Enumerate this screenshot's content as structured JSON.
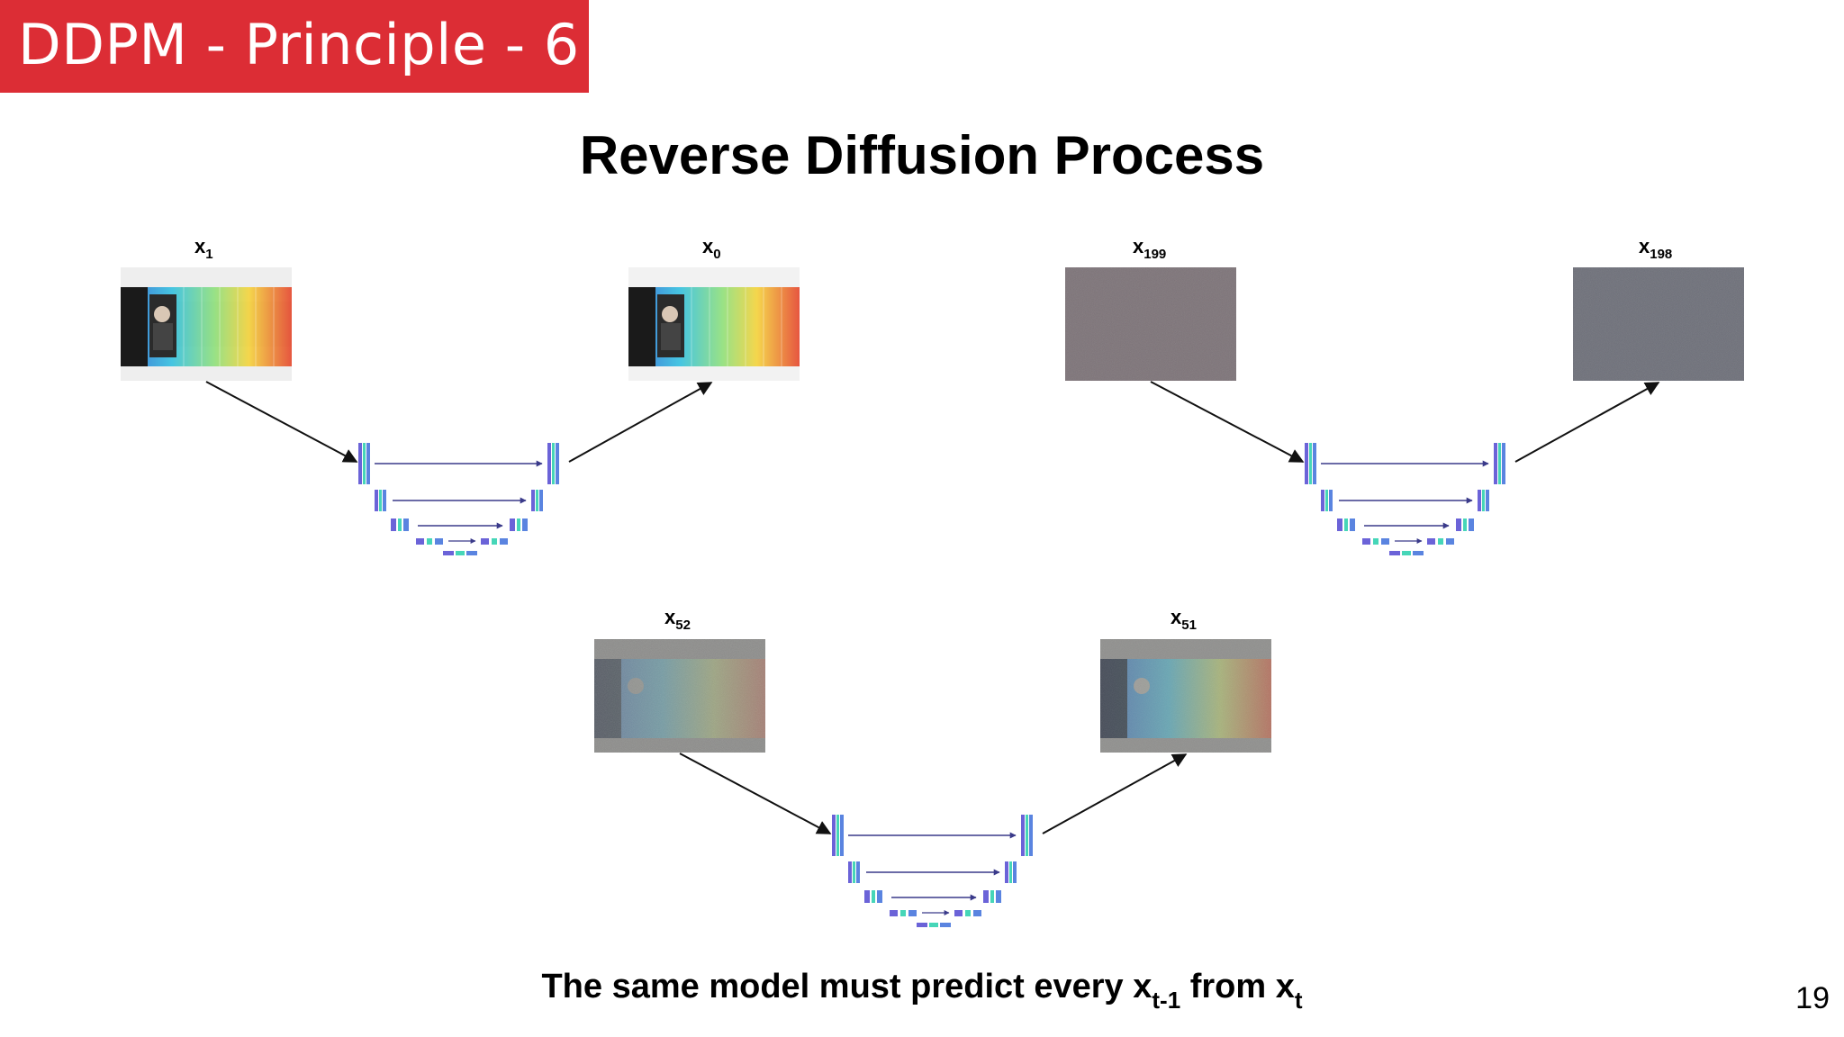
{
  "header": {
    "title": "DDPM - Principle - 6"
  },
  "slide": {
    "title": "Reverse Diffusion Process",
    "page_number": "19"
  },
  "footer": {
    "text_main": "The same model must predict every x",
    "sub_1": "t-1",
    "text_mid": " from x",
    "sub_2": "t"
  },
  "panels": [
    {
      "input": {
        "var": "x",
        "sub": "1"
      },
      "output": {
        "var": "x",
        "sub": "0"
      }
    },
    {
      "input": {
        "var": "x",
        "sub": "199"
      },
      "output": {
        "var": "x",
        "sub": "198"
      }
    },
    {
      "input": {
        "var": "x",
        "sub": "52"
      },
      "output": {
        "var": "x",
        "sub": "51"
      }
    }
  ],
  "colors": {
    "banner": "#dc2d35",
    "unet_purple": "#6b63d8",
    "unet_teal": "#46d6b8",
    "unet_blue": "#5a84e0",
    "noise_grey_199": "#7a7075",
    "noise_grey_198": "#6a6c76"
  },
  "icons": [
    "supercomputer-photo",
    "noise-image",
    "unet-icon",
    "arrow-icon"
  ]
}
